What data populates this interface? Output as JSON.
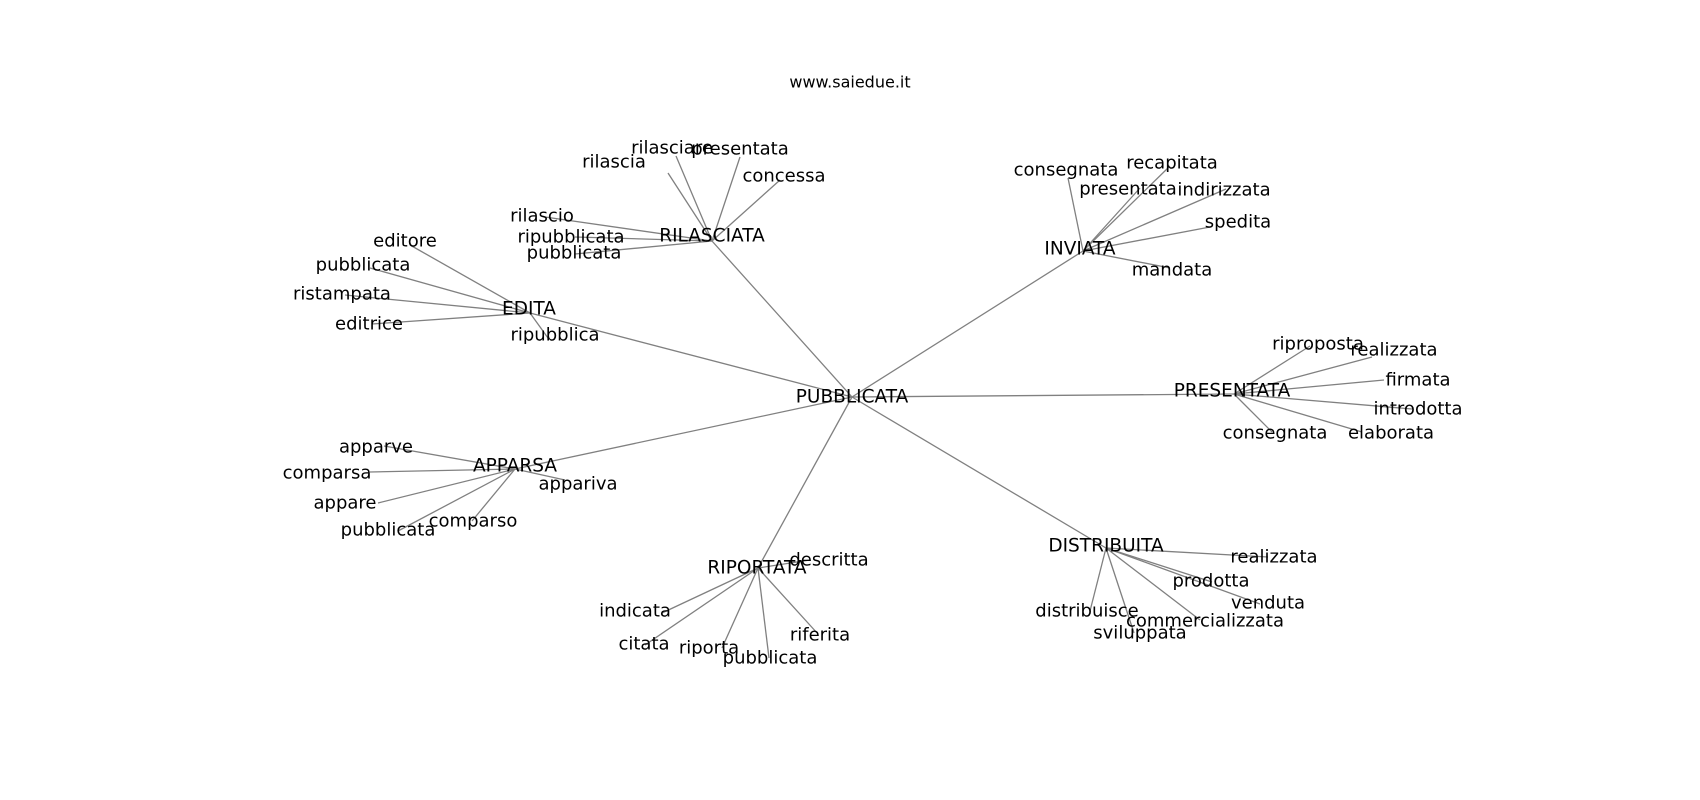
{
  "header": {
    "site": "www.saiedue.it"
  },
  "graph": {
    "root": "PUBBLICATA",
    "branches": [
      {
        "label": "RILASCIATA",
        "leaves": [
          "rilascia",
          "rilasciare",
          "presentata",
          "concessa",
          "rilascio",
          "ripubblicata",
          "pubblicata"
        ]
      },
      {
        "label": "EDITA",
        "leaves": [
          "editore",
          "pubblicata",
          "ristampata",
          "editrice",
          "ripubblica"
        ]
      },
      {
        "label": "INVIATA",
        "leaves": [
          "consegnata",
          "recapitata",
          "presentata",
          "indirizzata",
          "spedita",
          "mandata"
        ]
      },
      {
        "label": "PRESENTATA",
        "leaves": [
          "riproposta",
          "realizzata",
          "firmata",
          "introdotta",
          "consegnata",
          "elaborata"
        ]
      },
      {
        "label": "APPARSA",
        "leaves": [
          "apparve",
          "comparsa",
          "appare",
          "pubblicata",
          "comparso",
          "appariva"
        ]
      },
      {
        "label": "RIPORTATA",
        "leaves": [
          "descritta",
          "indicata",
          "citata",
          "riporta",
          "pubblicata",
          "riferita"
        ]
      },
      {
        "label": "DISTRIBUITA",
        "leaves": [
          "realizzata",
          "prodotta",
          "venduta",
          "distribuisce",
          "commercializzata",
          "sviluppata"
        ]
      }
    ]
  }
}
